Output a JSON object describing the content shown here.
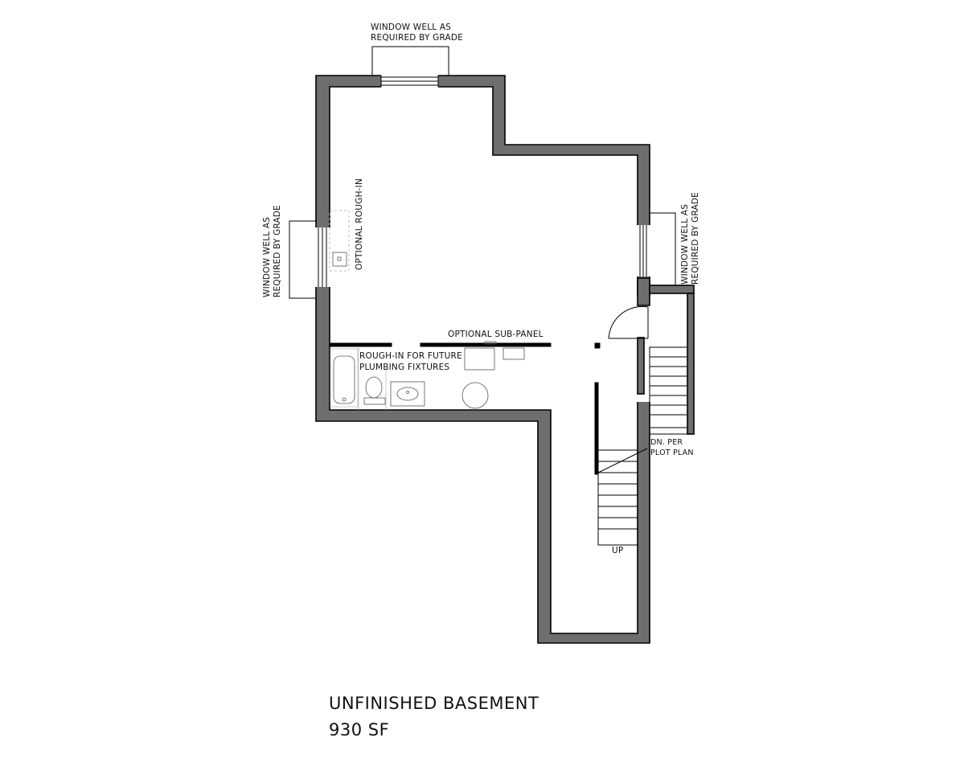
{
  "labels": {
    "window_top_1": "WINDOW WELL AS",
    "window_top_2": "REQUIRED BY GRADE",
    "window_left_1": "WINDOW WELL AS",
    "window_left_2": "REQUIRED BY GRADE",
    "window_right_1": "WINDOW WELL AS",
    "window_right_2": "REQUIRED BY GRADE",
    "rough_in_optional": "OPTIONAL ROUGH-IN",
    "sub_panel": "OPTIONAL SUB-PANEL",
    "plumbing_1": "ROUGH-IN FOR FUTURE",
    "plumbing_2": "PLUMBING FIXTURES",
    "down_1": "DN. PER",
    "down_2": "PLOT PLAN",
    "up": "UP"
  },
  "title": {
    "name": "UNFINISHED BASEMENT",
    "area": "930 SF"
  }
}
